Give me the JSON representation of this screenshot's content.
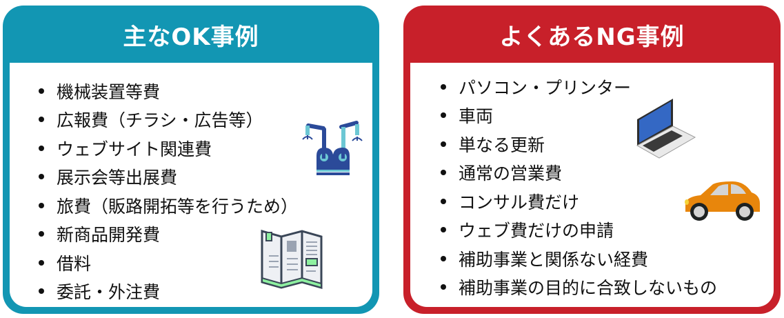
{
  "ok": {
    "title": "主なOK事例",
    "items": [
      "機械装置等費",
      "広報費（チラシ・広告等）",
      "ウェブサイト関連費",
      "展示会等出展費",
      "旅費（販路開拓等を行うため）",
      "新商品開発費",
      "借料",
      "委託・外注費"
    ],
    "color": "#1296b3"
  },
  "ng": {
    "title": "よくあるNG事例",
    "items": [
      "パソコン・プリンター",
      "車両",
      "単なる更新",
      "通常の営業費",
      "コンサル費だけ",
      "ウェブ費だけの申請",
      "補助事業と関係ない経費",
      "補助事業の目的に合致しないもの"
    ],
    "color": "#c8202a"
  }
}
